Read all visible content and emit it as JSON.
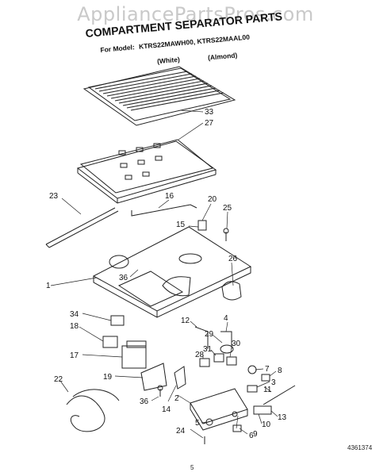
{
  "watermark": "AppliancePartsPros.com",
  "title": "COMPARTMENT SEPARATOR PARTS",
  "model_prefix": "For Model:",
  "models": [
    {
      "code": "KTRS22MAWH00,",
      "variant": "(White)"
    },
    {
      "code": "KTRS22MAAL00",
      "variant": "(Almond)"
    }
  ],
  "callouts": [
    "33",
    "27",
    "23",
    "16",
    "20",
    "15",
    "25",
    "26",
    "1",
    "36",
    "34",
    "18",
    "17",
    "12",
    "4",
    "29",
    "31",
    "28",
    "30",
    "7",
    "8",
    "3",
    "19",
    "22",
    "11",
    "36",
    "14",
    "2",
    "13",
    "10",
    "5",
    "9",
    "6",
    "24"
  ],
  "doc_number": "4361374",
  "page_number": "5"
}
